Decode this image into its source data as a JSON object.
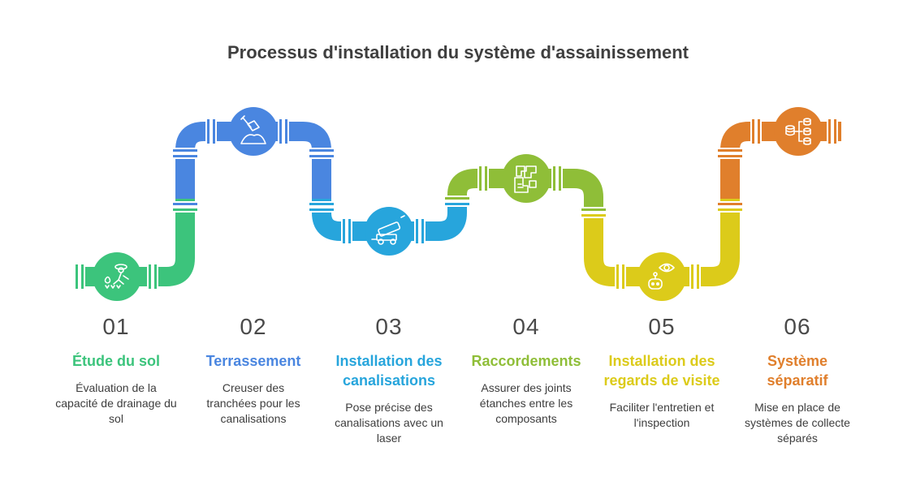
{
  "title": "Processus d'installation du système d'assainissement",
  "colors": {
    "green": "#3cc47c",
    "blue": "#4a86e0",
    "cyan": "#27a5dc",
    "lime": "#8fbe38",
    "yellow": "#dccb1a",
    "orange": "#e07f2c"
  },
  "steps": [
    {
      "number": "01",
      "label": "Étude du sol",
      "description": "Évaluation de la capacité de drainage du sol",
      "icon": "soil-worker-icon"
    },
    {
      "number": "02",
      "label": "Terrassement",
      "description": "Creuser des tranchées pour les canalisations",
      "icon": "shovel-icon"
    },
    {
      "number": "03",
      "label": "Installation des canalisations",
      "description": "Pose précise des canalisations avec un laser",
      "icon": "laser-cart-icon"
    },
    {
      "number": "04",
      "label": "Raccordements",
      "description": "Assurer des joints étanches entre les composants",
      "icon": "puzzle-icon"
    },
    {
      "number": "05",
      "label": "Installation des regards de visite",
      "description": "Faciliter l'entretien et l'inspection",
      "icon": "eye-robot-icon"
    },
    {
      "number": "06",
      "label": "Système séparatif",
      "description": "Mise en place de systèmes de collecte séparés",
      "icon": "database-network-icon"
    }
  ]
}
